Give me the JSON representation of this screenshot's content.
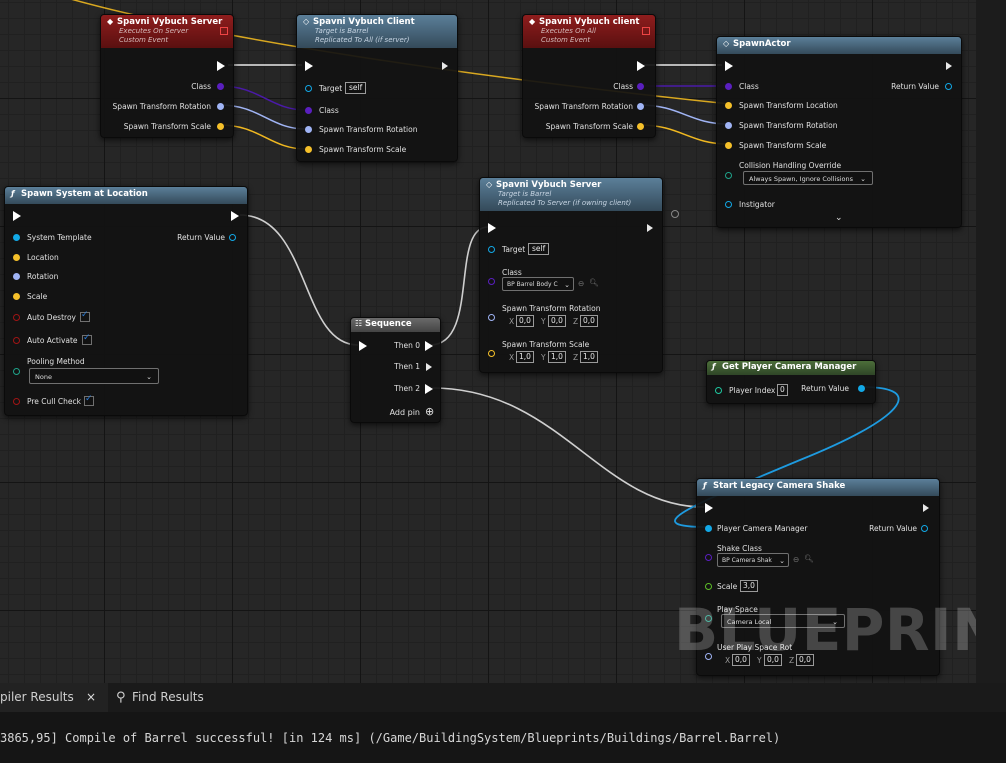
{
  "colors": {
    "exec": "#ffffff",
    "class_pin": "#5a1fbf",
    "vector_pin": "#f5c02a",
    "rotator_pin": "#a0b4f5",
    "object_pin": "#12a8e6",
    "bool_pin": "#8c1212",
    "float_pin": "#5dbe28",
    "struct_pin": "#1fa38a",
    "event_header": "#8f1d1d",
    "function_header": "#5b7f99",
    "pure_header": "#4c6e3a",
    "camera_wire": "#1e9be0"
  },
  "nodes": {
    "event_server": {
      "title": "Spavni Vybuch Server",
      "sub1": "Executes On Server",
      "sub2": "Custom Event",
      "pins": [
        "Class",
        "Spawn Transform Rotation",
        "Spawn Transform Scale"
      ]
    },
    "call_client": {
      "title": "Spavni Vybuch Client",
      "sub1": "Target is Barrel",
      "sub2": "Replicated To All (if server)",
      "target_label": "Target",
      "target_value": "self",
      "pins": [
        "Class",
        "Spawn Transform Rotation",
        "Spawn Transform Scale"
      ]
    },
    "event_client": {
      "title": "Spavni Vybuch client",
      "sub1": "Executes On All",
      "sub2": "Custom Event",
      "pins": [
        "Class",
        "Spawn Transform Rotation",
        "Spawn Transform Scale"
      ]
    },
    "spawn_actor": {
      "title": "SpawnActor",
      "class_label": "Class",
      "return_label": "Return Value",
      "pins": [
        "Spawn Transform Location",
        "Spawn Transform Rotation",
        "Spawn Transform Scale"
      ],
      "collision_label": "Collision Handling Override",
      "collision_value": "Always Spawn, Ignore Collisions",
      "instigator_label": "Instigator"
    },
    "spawn_system": {
      "title": "Spawn System at Location",
      "pins": [
        "System Template",
        "Location",
        "Rotation",
        "Scale"
      ],
      "return_label": "Return Value",
      "auto_destroy": "Auto Destroy",
      "auto_activate": "Auto Activate",
      "pooling_label": "Pooling Method",
      "pooling_value": "None",
      "pre_cull": "Pre Cull Check"
    },
    "sequence": {
      "title": "Sequence",
      "then0": "Then 0",
      "then1": "Then 1",
      "then2": "Then 2",
      "add_pin": "Add pin"
    },
    "call_server": {
      "title": "Spavni Vybuch Server",
      "sub1": "Target is Barrel",
      "sub2": "Replicated To Server (if owning client)",
      "target_label": "Target",
      "target_value": "self",
      "class_label": "Class",
      "class_value": "BP Barrel Body C",
      "rot_label": "Spawn Transform Rotation",
      "rot": {
        "x": "0,0",
        "y": "0,0",
        "z": "0,0"
      },
      "scale_label": "Spawn Transform Scale",
      "scale": {
        "x": "1,0",
        "y": "1,0",
        "z": "1,0"
      }
    },
    "get_cam": {
      "title": "Get Player Camera Manager",
      "index_label": "Player Index",
      "index_value": "0",
      "return_label": "Return Value"
    },
    "shake": {
      "title": "Start Legacy Camera Shake",
      "pcm_label": "Player Camera Manager",
      "return_label": "Return Value",
      "class_label": "Shake Class",
      "class_value": "BP Camera Shak",
      "scale_label": "Scale",
      "scale_value": "3,0",
      "space_label": "Play Space",
      "space_value": "Camera Local",
      "rot_label": "User Play Space Rot",
      "rot": {
        "x": "0,0",
        "y": "0,0",
        "z": "0,0"
      }
    }
  },
  "axis": {
    "x": "X",
    "y": "Y",
    "z": "Z"
  },
  "watermark": "BLUEPRINT",
  "tabs": {
    "compiler": "piler Results",
    "find": "Find Results"
  },
  "log": "3865,95] Compile of Barrel successful! [in 124 ms] (/Game/BuildingSystem/Blueprints/Buildings/Barrel.Barrel)"
}
